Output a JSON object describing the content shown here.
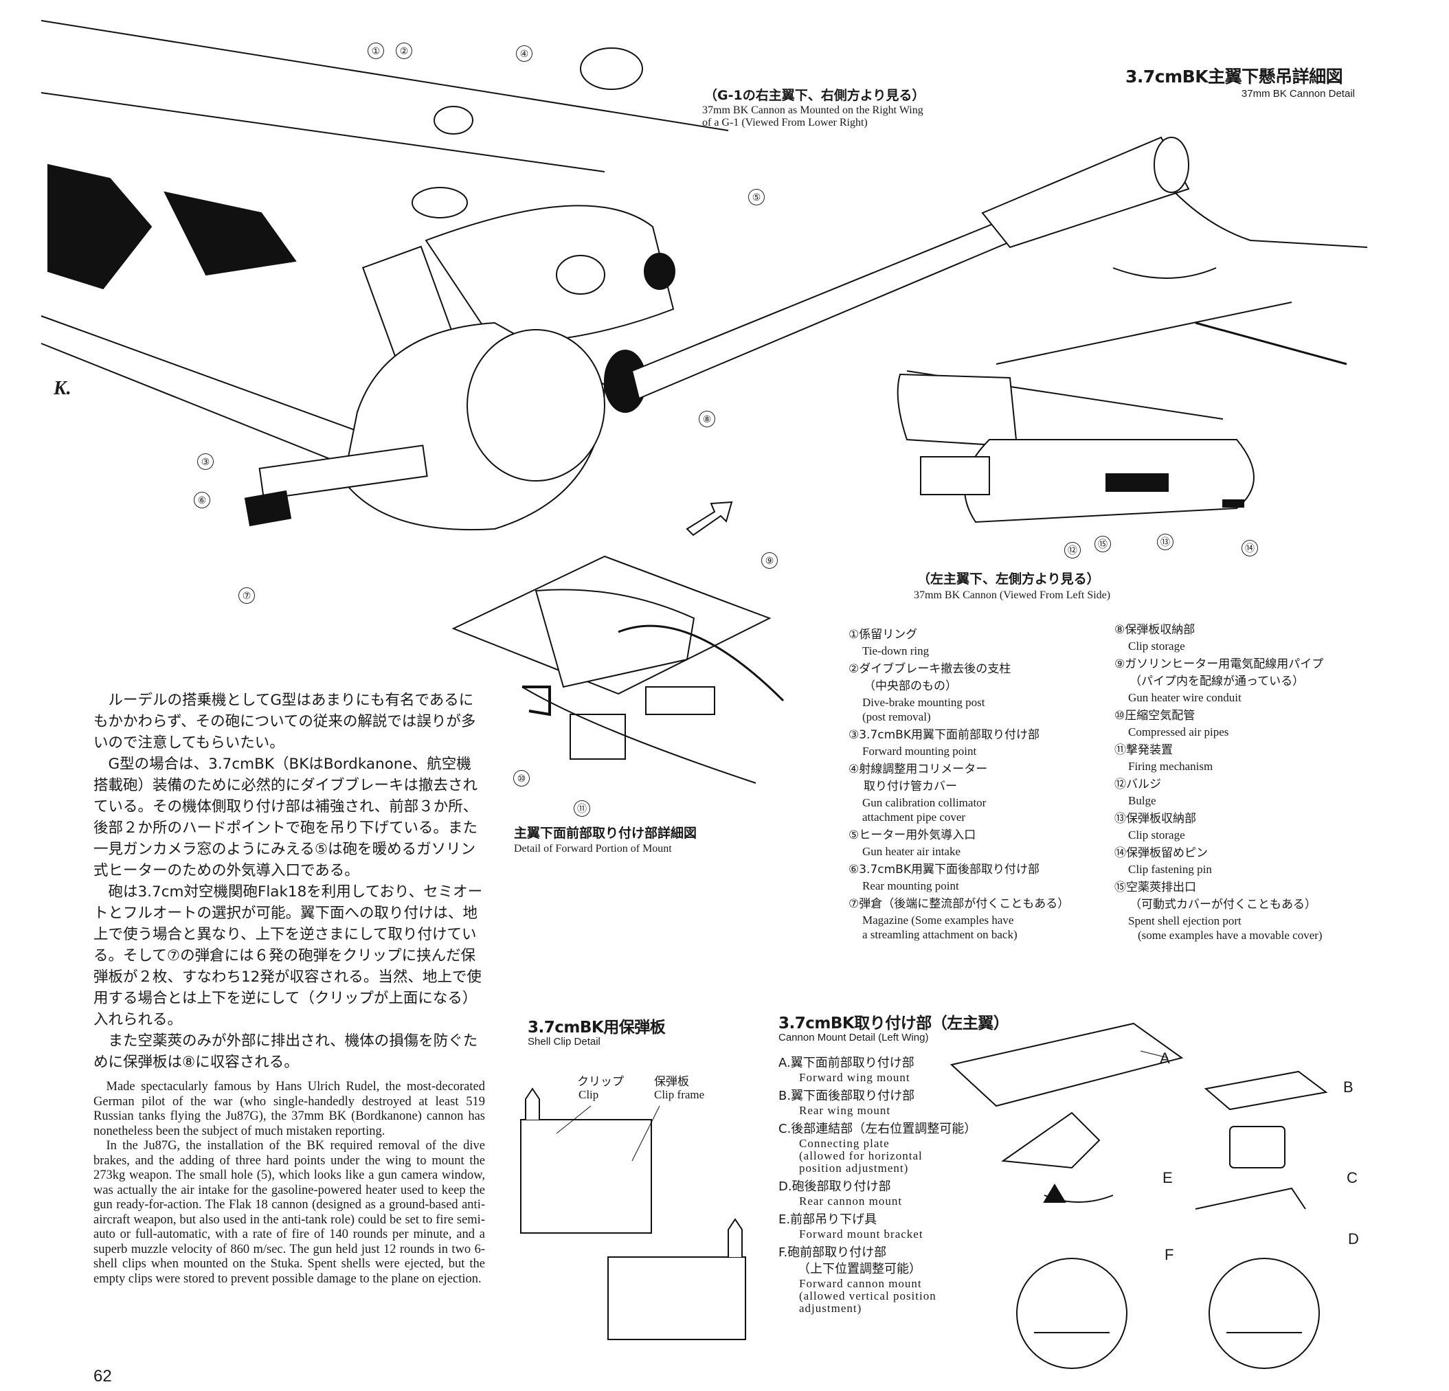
{
  "header": {
    "title_jp": "3.7cmBK主翼下懸吊詳細図",
    "title_en": "37mm BK Cannon Detail"
  },
  "captions": {
    "right_wing_jp": "（G-1の右主翼下、右側方より見る）",
    "right_wing_en1": "37mm BK Cannon as Mounted on the Right Wing",
    "right_wing_en2": "of a G-1 (Viewed From Lower Right)",
    "left_side_jp": "（左主翼下、左側方より見る）",
    "left_side_en": "37mm BK Cannon (Viewed From Left Side)",
    "forward_mount_jp": "主翼下面前部取り付け部詳細図",
    "forward_mount_en": "Detail of Forward Portion of Mount"
  },
  "callouts": [
    "①",
    "②",
    "③",
    "④",
    "⑤",
    "⑥",
    "⑦",
    "⑧",
    "⑨",
    "⑩",
    "⑪",
    "⑫",
    "⑬",
    "⑭",
    "⑮"
  ],
  "signature": "K.",
  "body_jp": [
    "ルーデルの搭乗機としてG型はあまりにも有名であるにもかかわらず、その砲についての従来の解説では誤りが多いので注意してもらいたい。",
    "G型の場合は、3.7cmBK（BKはBordkanone、航空機搭載砲）装備のために必然的にダイブブレーキは撤去されている。その機体側取り付け部は補強され、前部３か所、後部２か所のハードポイントで砲を吊り下げている。また一見ガンカメラ窓のようにみえる⑤は砲を暖めるガソリン式ヒーターのための外気導入口である。",
    "砲は3.7cm対空機関砲Flak18を利用しており、セミオートとフルオートの選択が可能。翼下面への取り付けは、地上で使う場合と異なり、上下を逆さまにして取り付けている。そして⑦の弾倉には６発の砲弾をクリップに挟んだ保弾板が２枚、すなわち12発が収容される。当然、地上で使用する場合とは上下を逆にして（クリップが上面になる）入れられる。",
    "また空薬莢のみが外部に排出され、機体の損傷を防ぐために保弾板は⑧に収容される。"
  ],
  "body_en": [
    "Made spectacularly famous by Hans Ulrich Rudel, the most-decorated German pilot of the war (who single-handedly destroyed at least 519 Russian tanks flying the Ju87G), the 37mm BK (Bordkanone) cannon has nonetheless been the subject of much mistaken reporting.",
    "In the Ju87G, the installation of the BK required removal of the dive brakes, and the adding of three hard points under the wing to mount the 273kg weapon.  The small hole (5), which looks like a gun camera window, was actually the air intake for the gasoline-powered heater used to keep the gun ready-for-action.  The Flak 18 cannon (designed as a ground-based anti-aircraft weapon, but also used in the anti-tank role) could be set to fire semi-auto or full-automatic, with a rate of fire of 140 rounds per minute, and a superb muzzle velocity of 860 m/sec. The gun held just 12 rounds in two 6-shell clips when mounted on the Stuka.  Spent shells were ejected, but the empty clips were stored to prevent possible damage to the plane on ejection."
  ],
  "legend_left": [
    {
      "jp": "①係留リング",
      "en": "Tie-down ring"
    },
    {
      "jp": "②ダイブブレーキ撤去後の支柱",
      "jp2": "（中央部のもの）",
      "en": "Dive-brake mounting post",
      "en2": "(post removal)"
    },
    {
      "jp": "③3.7cmBK用翼下面前部取り付け部",
      "en": "Forward mounting point"
    },
    {
      "jp": "④射線調整用コリメーター",
      "jp2": "取り付け管カバー",
      "en": "Gun calibration collimator",
      "en2": "attachment pipe cover"
    },
    {
      "jp": "⑤ヒーター用外気導入口",
      "en": "Gun heater air intake"
    },
    {
      "jp": "⑥3.7cmBK用翼下面後部取り付け部",
      "en": "Rear mounting point"
    },
    {
      "jp": "⑦弾倉（後端に整流部が付くこともある）",
      "en": "Magazine (Some examples have",
      "en2": "a streamling attachment on back)"
    }
  ],
  "legend_right": [
    {
      "jp": "⑧保弾板収納部",
      "en": "Clip storage"
    },
    {
      "jp": "⑨ガソリンヒーター用電気配線用パイプ",
      "jp2": "（パイプ内を配線が通っている）",
      "en": "Gun heater wire conduit"
    },
    {
      "jp": "⑩圧縮空気配管",
      "en": "Compressed air pipes"
    },
    {
      "jp": "⑪撃発装置",
      "en": "Firing mechanism"
    },
    {
      "jp": "⑫バルジ",
      "en": "Bulge"
    },
    {
      "jp": "⑬保弾板収納部",
      "en": "Clip storage"
    },
    {
      "jp": "⑭保弾板留めピン",
      "en": "Clip fastening pin"
    },
    {
      "jp": "⑮空薬莢排出口",
      "jp2": "（可動式カバーが付くこともある）",
      "en": "Spent shell ejection port",
      "en2": "(some examples have a movable cover)"
    }
  ],
  "shell_clip": {
    "title_jp": "3.7cmBK用保弾板",
    "title_en": "Shell Clip Detail",
    "clip_jp": "クリップ",
    "clip_en": "Clip",
    "frame_jp": "保弾板",
    "frame_en": "Clip frame"
  },
  "cannon_mount": {
    "title_jp": "3.7cmBK取り付け部（左主翼）",
    "title_en": "Cannon Mount Detail (Left Wing)",
    "items": [
      {
        "jp": "A.翼下面前部取り付け部",
        "en": "Forward wing mount"
      },
      {
        "jp": "B.翼下面後部取り付け部",
        "en": "Rear wing mount"
      },
      {
        "jp": "C.後部連結部（左右位置調整可能）",
        "en": "Connecting plate",
        "en2": "(allowed for horizontal",
        "en3": "position adjustment)"
      },
      {
        "jp": "D.砲後部取り付け部",
        "en": "Rear cannon mount"
      },
      {
        "jp": "E.前部吊り下げ具",
        "en": "Forward mount bracket"
      },
      {
        "jp": "F.砲前部取り付け部",
        "jp2": "（上下位置調整可能）",
        "en": "Forward cannon mount",
        "en2": "(allowed vertical position",
        "en3": "adjustment)"
      }
    ],
    "letters": [
      "A",
      "B",
      "C",
      "D",
      "E",
      "F"
    ]
  },
  "page_number": "62"
}
